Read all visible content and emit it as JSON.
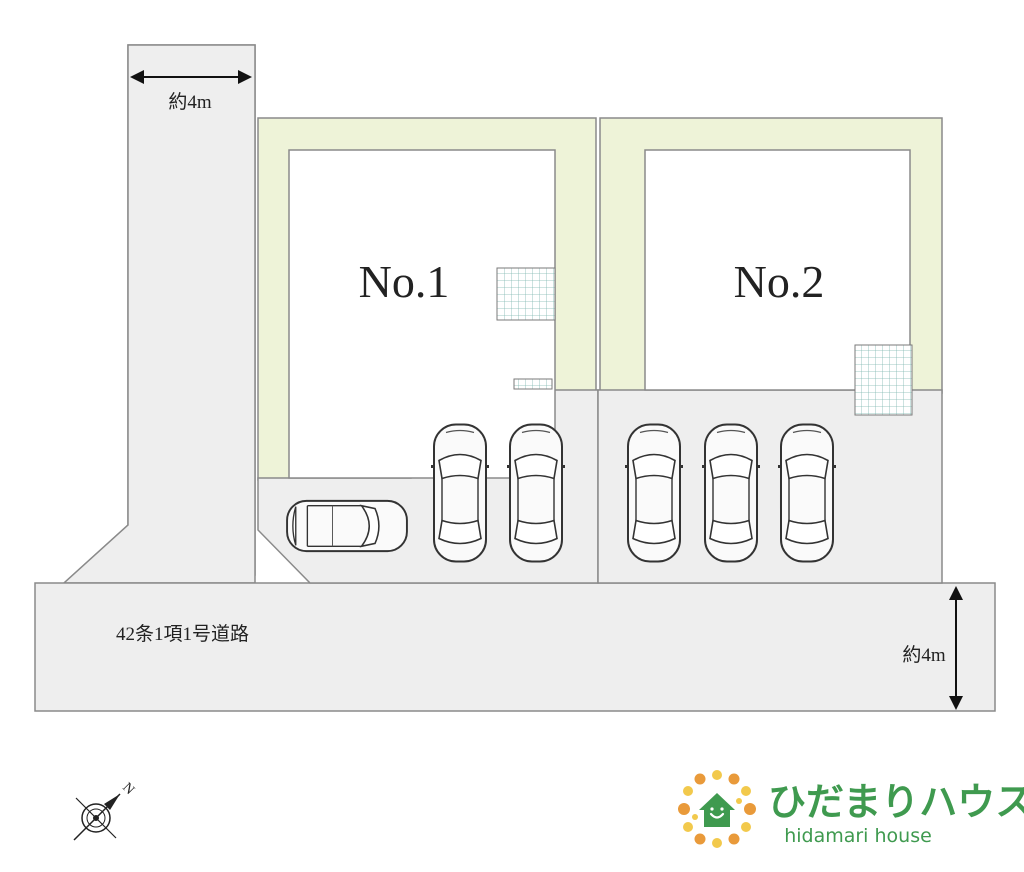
{
  "lots": [
    {
      "label": "No.1"
    },
    {
      "label": "No.2"
    }
  ],
  "dimensions": {
    "top_width": "約4m",
    "road_width": "約4m"
  },
  "road": {
    "label": "42条1項1号道路"
  },
  "compass": {
    "north_label": "N"
  },
  "logo": {
    "name_ja": "ひだまりハウス",
    "name_en": "hidamari house",
    "colors": {
      "green": "#3f9a4f",
      "orange": "#e99a3a",
      "yellow": "#f2c94c"
    }
  },
  "colors": {
    "ground": "#eeeeee",
    "garden": "#eef3d8",
    "building": "#ffffff",
    "outline": "#8a8a8a"
  }
}
